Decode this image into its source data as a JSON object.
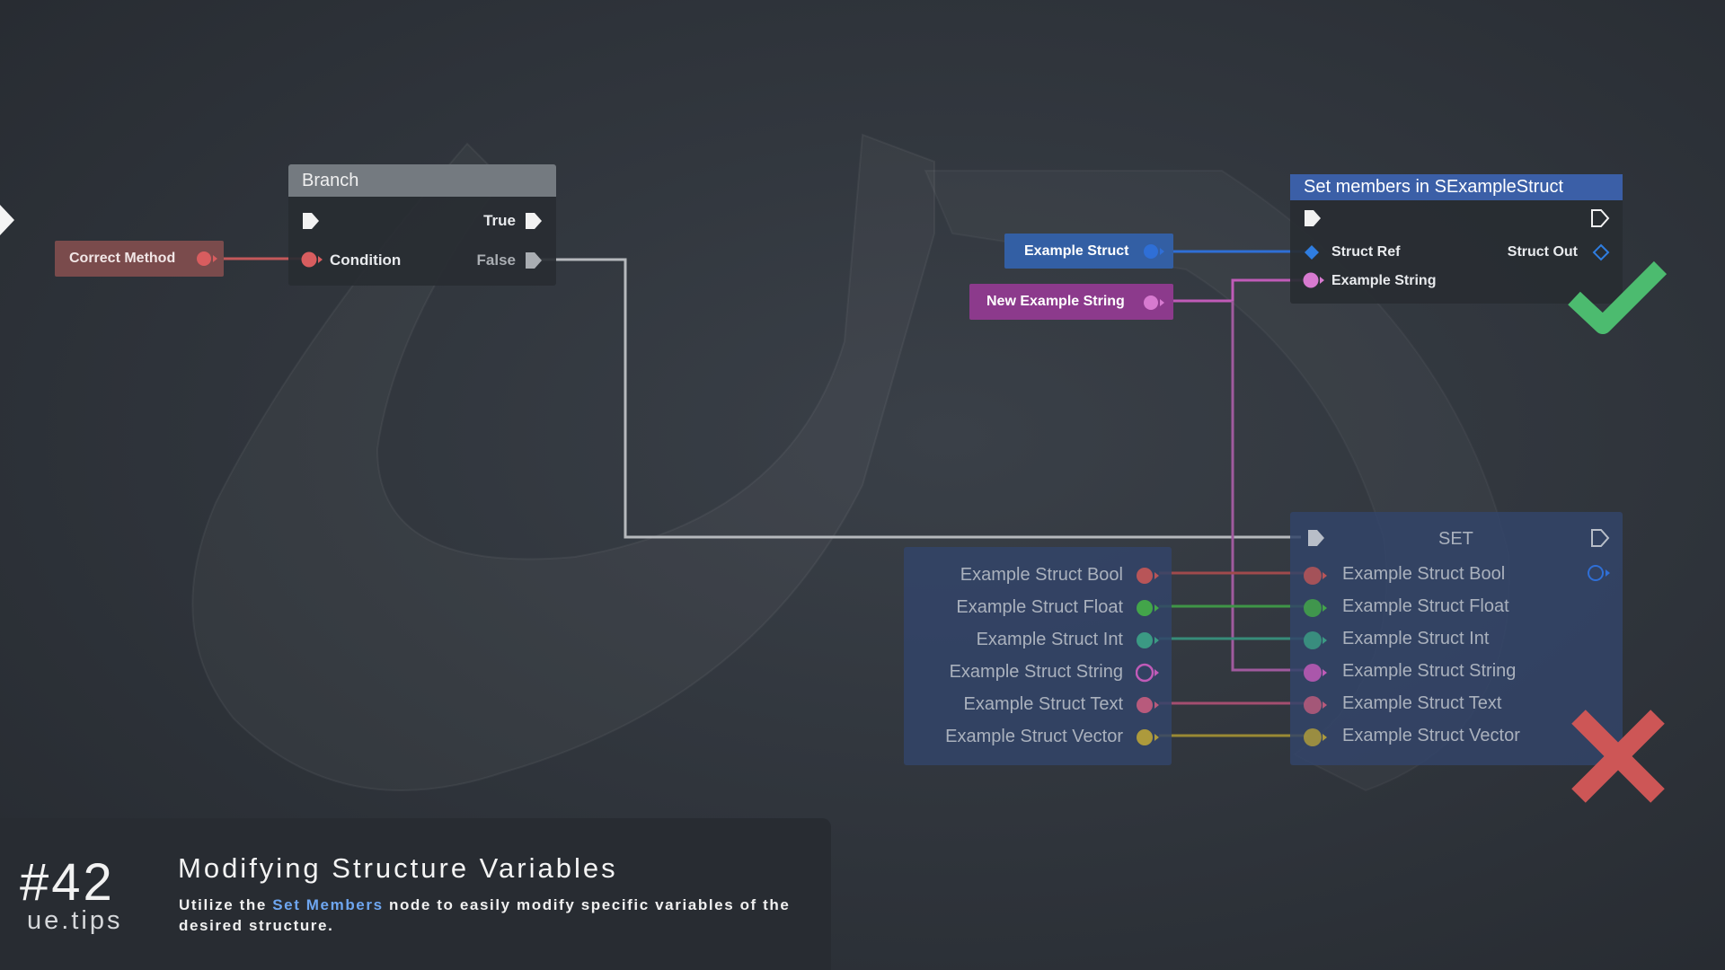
{
  "colors": {
    "exec": "#f2f2f2",
    "bool": "#c4585a",
    "float": "#4caf50",
    "int": "#3f9e86",
    "string": "#c05bb8",
    "text": "#c75a82",
    "vector": "#b6a23a",
    "struct": "#2f6fd6",
    "check": "#4cbb6f",
    "cross": "#cd5656",
    "accent_link": "#6ea6f0"
  },
  "branch_node": {
    "title": "Branch",
    "true_label": "True",
    "condition_label": "Condition",
    "false_label": "False"
  },
  "correct_method_var": {
    "label": "Correct Method"
  },
  "set_members_node": {
    "title": "Set members in SExampleStruct",
    "struct_ref_label": "Struct Ref",
    "struct_out_label": "Struct Out",
    "example_string_label": "Example String"
  },
  "example_struct_var": {
    "label": "Example Struct"
  },
  "new_example_string_var": {
    "label": "New Example String"
  },
  "set_node": {
    "title": "SET",
    "inputs": [
      "Example Struct Bool",
      "Example Struct Float",
      "Example Struct Int",
      "Example Struct String",
      "Example Struct Text",
      "Example Struct Vector"
    ]
  },
  "struct_member_vars": [
    "Example Struct Bool",
    "Example Struct Float",
    "Example Struct Int",
    "Example Struct String",
    "Example Struct Text",
    "Example Struct Vector"
  ],
  "indicators": {
    "good": "check-mark-icon",
    "bad": "cross-mark-icon"
  },
  "footer": {
    "number": "#42",
    "site": "ue.tips",
    "title": "Modifying Structure Variables",
    "desc_before": "Utilize the ",
    "desc_highlight": "Set Members",
    "desc_after": " node to easily modify specific variables of the desired structure."
  }
}
